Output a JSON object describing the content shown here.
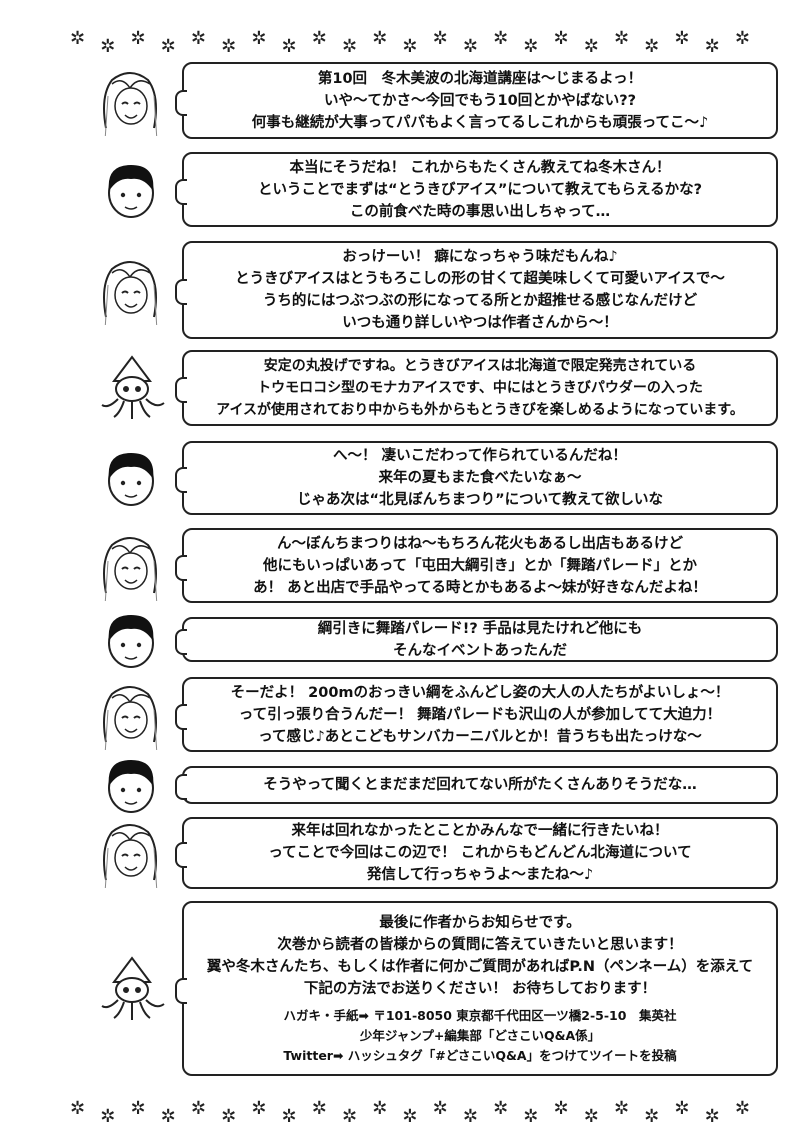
{
  "decoration": {
    "flake_glyph": "✲",
    "flake_count": 23
  },
  "dialogue": [
    {
      "speaker": "girl",
      "lines": [
        "第10回　冬木美波の北海道講座は〜じまるよっ！",
        "いや〜てかさ〜今回でもう10回とかやばない??",
        "何事も継続が大事ってパパもよく言ってるしこれからも頑張ってこ〜♪"
      ]
    },
    {
      "speaker": "boy",
      "lines": [
        "本当にそうだね！ これからもたくさん教えてね冬木さん！",
        "ということでまずは“とうきびアイス”について教えてもらえるかな?",
        "この前食べた時の事思い出しちゃって…"
      ]
    },
    {
      "speaker": "girl",
      "lines": [
        "おっけーい！ 癖になっちゃう味だもんね♪",
        "とうきびアイスはとうもろこしの形の甘くて超美味しくて可愛いアイスで〜",
        "うち的にはつぶつぶの形になってる所とか超推せる感じなんだけど",
        "いつも通り詳しいやつは作者さんから〜！"
      ]
    },
    {
      "speaker": "squid",
      "lines": [
        "安定の丸投げですね。とうきびアイスは北海道で限定発売されている",
        "トウモロコシ型のモナカアイスです、中にはとうきびパウダーの入った",
        "アイスが使用されており中からも外からもとうきびを楽しめるようになっています。"
      ]
    },
    {
      "speaker": "boy",
      "lines": [
        "へ〜！ 凄いこだわって作られているんだね！",
        "来年の夏もまた食べたいなぁ〜",
        "じゃあ次は“北見ぼんちまつり”について教えて欲しいな"
      ]
    },
    {
      "speaker": "girl",
      "lines": [
        "ん〜ぼんちまつりはね〜もちろん花火もあるし出店もあるけど",
        "他にもいっぱいあって「屯田大綱引き」とか「舞踏パレード」とか",
        "あ！ あと出店で手品やってる時とかもあるよ〜妹が好きなんだよね！"
      ]
    },
    {
      "speaker": "boy",
      "lines": [
        "綱引きに舞踏パレード!? 手品は見たけれど他にも",
        "そんなイベントあったんだ"
      ]
    },
    {
      "speaker": "girl",
      "lines": [
        "そーだよ！ 200mのおっきい綱をふんどし姿の大人の人たちがよいしょ〜！",
        "って引っ張り合うんだー！ 舞踏パレードも沢山の人が参加してて大迫力！",
        "って感じ♪あとこどもサンバカーニバルとか！昔うちも出たっけな〜"
      ]
    },
    {
      "speaker": "boy",
      "lines": [
        "そうやって聞くとまだまだ回れてない所がたくさんありそうだな…"
      ]
    },
    {
      "speaker": "girl",
      "lines": [
        "来年は回れなかったとことかみんなで一緒に行きたいね！",
        "ってことで今回はこの辺で！ これからもどんどん北海道について",
        "発信して行っちゃうよ〜またね〜♪"
      ]
    },
    {
      "speaker": "squid",
      "lines": [
        "最後に作者からお知らせです。",
        "次巻から読者の皆様からの質問に答えていきたいと思います！",
        "翼や冬木さんたち、もしくは作者に何かご質問があればP.N（ペンネーム）を添えて",
        "下記の方法でお送りください！ お待ちしております！"
      ],
      "details": [
        "ハガキ・手紙➡ 〒101-8050 東京都千代田区一ツ橋2-5-10　集英社",
        "少年ジャンプ+編集部「どさこいQ&A係」",
        "Twitter➡ ハッシュタグ「#どさこいQ&A」をつけてツイートを投稿"
      ]
    }
  ]
}
